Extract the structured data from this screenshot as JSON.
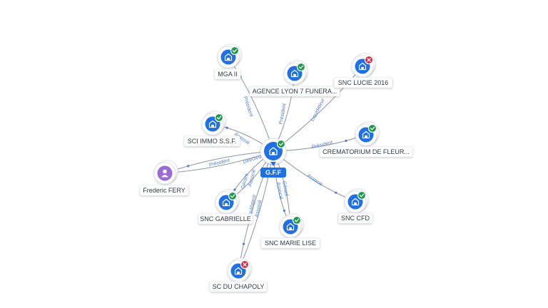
{
  "colors": {
    "accent": "#1f6fe5",
    "active": "#1b9a4a",
    "closed": "#d6263f",
    "person": "#9b6ad6",
    "edge": "#8a94a6",
    "edge_label": "#4d7fd1"
  },
  "center": {
    "id": "gff",
    "label": "G.F.F",
    "icon": "building-icon",
    "status": "active"
  },
  "nodes": [
    {
      "id": "mga",
      "label": "MGA II",
      "type": "company",
      "status": "active"
    },
    {
      "id": "lyon",
      "label": "AGENCE LYON 7 FUNERA...",
      "type": "company",
      "status": "active"
    },
    {
      "id": "lucie",
      "label": "SNC LUCIE 2016",
      "type": "company",
      "status": "closed"
    },
    {
      "id": "sci",
      "label": "SCI IMMO S.S.F.",
      "type": "company",
      "status": "active"
    },
    {
      "id": "crema",
      "label": "CREMATORIUM DE FLEUR...",
      "type": "company",
      "status": "active"
    },
    {
      "id": "fred",
      "label": "Frederic FERY",
      "type": "person",
      "status": ""
    },
    {
      "id": "gabrielle",
      "label": "SNC GABRIELLE",
      "type": "company",
      "status": "active"
    },
    {
      "id": "cfd",
      "label": "SNC CFD",
      "type": "company",
      "status": "active"
    },
    {
      "id": "marie",
      "label": "SNC MARIE LISE",
      "type": "company",
      "status": "active"
    },
    {
      "id": "chapoly",
      "label": "SC DU CHAPOLY",
      "type": "company",
      "status": "closed"
    }
  ],
  "edges": [
    {
      "to": "mga",
      "labels": [
        "Président"
      ]
    },
    {
      "to": "lyon",
      "labels": [
        "Président"
      ]
    },
    {
      "to": "lucie",
      "labels": [
        "Liquidateur"
      ]
    },
    {
      "to": "sci",
      "labels": [
        "Associé"
      ]
    },
    {
      "to": "crema",
      "labels": [
        "Président"
      ]
    },
    {
      "to": "fred",
      "labels": [
        "Président",
        "Directeur"
      ]
    },
    {
      "to": "gabrielle",
      "labels": [
        "Gérant",
        "Associé"
      ]
    },
    {
      "to": "cfd",
      "labels": [
        "Associé"
      ]
    },
    {
      "to": "marie",
      "labels": [
        "Gérant",
        "Associé"
      ]
    },
    {
      "to": "chapoly",
      "labels": [
        "Liquidateur",
        "Associé"
      ]
    }
  ]
}
